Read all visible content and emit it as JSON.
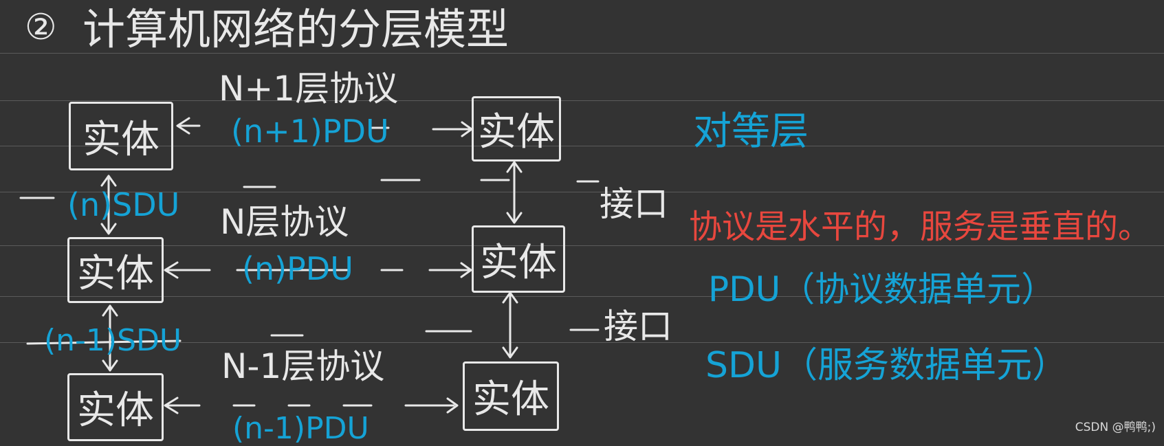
{
  "title": {
    "number": "②",
    "text": "计算机网络的分层模型"
  },
  "protocols": {
    "upper": "N+1层协议",
    "middle": "N层协议",
    "lower": "N-1层协议"
  },
  "pdus": {
    "upper": "(n+1)PDU",
    "middle": "(n)PDU",
    "lower": "(n-1)PDU"
  },
  "sdus": {
    "upper": "(n)SDU",
    "lower": "(n-1)SDU"
  },
  "entity_label": "实体",
  "interface_label": "接口",
  "notes": {
    "peer": "对等层",
    "rule": "协议是水平的，服务是垂直的。",
    "pdu": "PDU（协议数据单元）",
    "sdu": "SDU（服务数据单元）"
  },
  "watermark": "CSDN @鸭鸭;)",
  "colors": {
    "background": "#333333",
    "chalk": "#e8e8e8",
    "blue": "#15a3d6",
    "red": "#e8473e"
  }
}
